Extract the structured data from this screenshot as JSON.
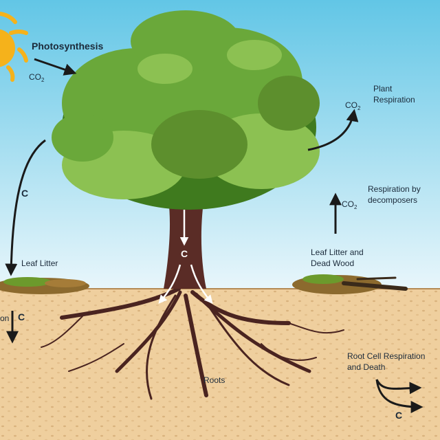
{
  "labels": {
    "photosynthesis": "Photosynthesis",
    "co2_sun": "CO",
    "co2_plant": "CO",
    "plant_respiration_1": "Plant",
    "plant_respiration_2": "Respiration",
    "c_left": "C",
    "co2_decomp": "CO",
    "decomposer_1": "Respiration by",
    "decomposer_2": "decomposers",
    "leaf_litter": "Leaf Litter",
    "leaf_litter_dead_1": "Leaf Litter and",
    "leaf_litter_dead_2": "Dead Wood",
    "c_trunk": "C",
    "c_soil": "C",
    "on_fragment": "on",
    "roots": "Roots",
    "root_resp_1": "Root Cell Respiration",
    "root_resp_2": "and Death",
    "c_root": "C",
    "sub2": "2"
  },
  "colors": {
    "sky_top": "#62c6e6",
    "sky_bottom": "#e8f6fb",
    "soil": "#efcf9e",
    "ground_line": "#b58a55",
    "foliage_dark": "#3f7a1e",
    "foliage_mid": "#6aa83a",
    "foliage_light": "#8cc152",
    "trunk": "#5a2c26",
    "sun": "#f5b21b",
    "arrow": "#1a1a1a",
    "text": "#1b2a3a"
  }
}
